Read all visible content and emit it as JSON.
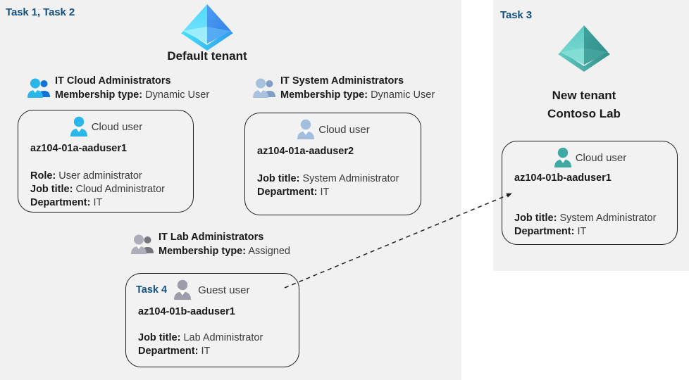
{
  "colors": {
    "panel_bg": "#f1f1f1",
    "card_bg": "#f2f2f2",
    "card_border": "#1d1d1d",
    "task_blue": "#12507f",
    "text_dark": "#1a1a1a",
    "text_body": "#3b3b3b",
    "tenant_blue": "#32b4f0",
    "tenant_teal": "#4cbcb4",
    "group_cyan": "#29b6e8",
    "group_steel": "#9ab4d4",
    "group_gray": "#9a9aa8",
    "user_cyan": "#2bb7ea",
    "user_steel": "#a3bedc",
    "user_gray": "#9c9cab",
    "user_teal": "#3fa9a3"
  },
  "left_panel": {
    "task_label": "Task 1, Task 2",
    "tenant": {
      "icon": "azure-tenant-icon",
      "caption": "Default tenant"
    },
    "groups": [
      {
        "name": "IT Cloud Administrators",
        "membership_label": "Membership type:",
        "membership_value": "Dynamic User",
        "icon": "group-users-icon",
        "icon_variant": "cyan",
        "card": {
          "user_type": "Cloud user",
          "user_icon": "user-icon",
          "user_icon_variant": "cyan",
          "upn": "az104-01a-aaduser1",
          "props": [
            {
              "label": "Role:",
              "value": "User administrator"
            },
            {
              "label": "Job title:",
              "value": "Cloud Administrator"
            },
            {
              "label": "Department:",
              "value": "IT"
            }
          ]
        }
      },
      {
        "name": "IT System Administrators",
        "membership_label": "Membership type:",
        "membership_value": "Dynamic User",
        "icon": "group-users-icon",
        "icon_variant": "steel",
        "card": {
          "user_type": "Cloud user",
          "user_icon": "user-icon",
          "user_icon_variant": "steel",
          "upn": "az104-01a-aaduser2",
          "props": [
            {
              "label": "Job title:",
              "value": "System Administrator"
            },
            {
              "label": "Department:",
              "value": "IT"
            }
          ]
        }
      },
      {
        "name": "IT Lab Administrators",
        "membership_label": "Membership type:",
        "membership_value": "Assigned",
        "icon": "group-users-icon",
        "icon_variant": "gray",
        "card": {
          "task_label": "Task 4",
          "user_type": "Guest user",
          "user_icon": "user-icon",
          "user_icon_variant": "gray",
          "upn": "az104-01b-aaduser1",
          "props": [
            {
              "label": "Job title:",
              "value": "Lab Administrator"
            },
            {
              "label": "Department:",
              "value": "IT"
            }
          ]
        }
      }
    ]
  },
  "right_panel": {
    "task_label": "Task 3",
    "tenant": {
      "icon": "azure-tenant-icon",
      "caption_line1": "New  tenant",
      "caption_line2": "Contoso Lab"
    },
    "card": {
      "user_type": "Cloud user",
      "user_icon": "user-icon",
      "user_icon_variant": "teal",
      "upn": "az104-01b-aaduser1",
      "props": [
        {
          "label": "Job title:",
          "value": "System Administrator"
        },
        {
          "label": "Department:",
          "value": "IT"
        }
      ]
    }
  },
  "connector": {
    "name": "guest-user-invite-arrow",
    "style": "dashed-arrow"
  }
}
